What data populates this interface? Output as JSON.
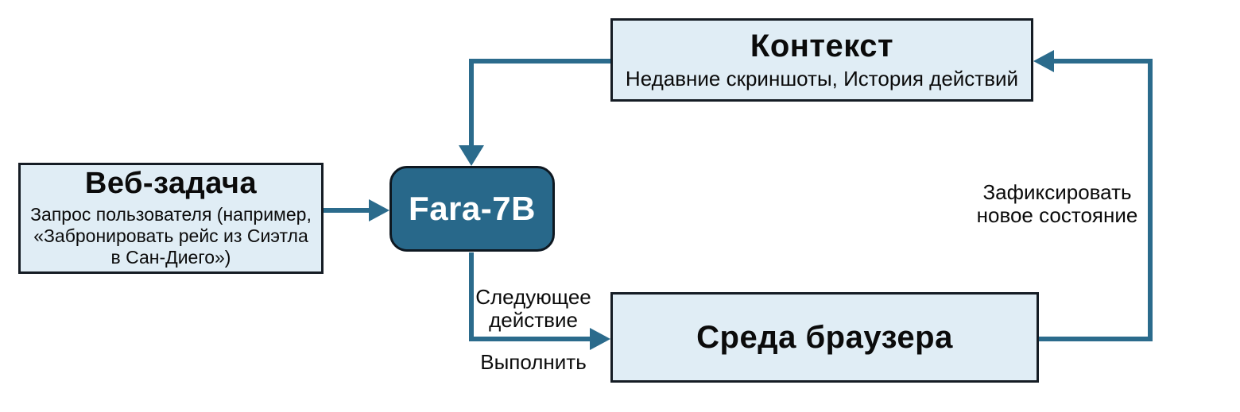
{
  "diagram": {
    "title_hint": "Fara-7B agent loop diagram (Russian)",
    "context_box": {
      "title": "Контекст",
      "subtitle": "Недавние скриншоты, История действий"
    },
    "webtask_box": {
      "title": "Веб-задача",
      "subtitle": "Запрос пользователя (например, «Забронировать рейс из Сиэтла в Сан-Диего»)"
    },
    "model_box": {
      "label": "Fara-7B"
    },
    "browser_box": {
      "title": "Среда браузера"
    },
    "edge_labels": {
      "next_action": "Следующее действие",
      "execute": "Выполнить",
      "capture_state": "Зафиксировать новое состояние"
    },
    "colors": {
      "teal": "#2b6b8c",
      "box_fill": "#e0edf5",
      "box_border": "#151c24",
      "model_fill": "#28688a",
      "model_border": "#0e1821"
    }
  }
}
